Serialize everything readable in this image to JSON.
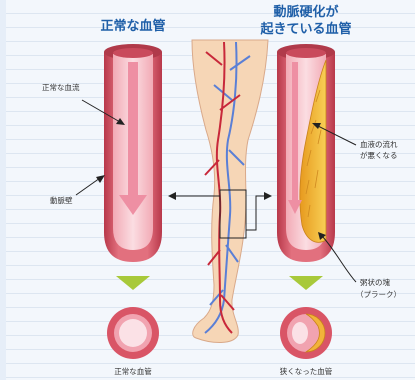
{
  "headings": {
    "normal": "正常な血管",
    "sclerosis_line1": "動脈硬化が",
    "sclerosis_line2": "起きている血管"
  },
  "labels": {
    "normal_flow": "正常な血流",
    "artery_wall": "動脈壁",
    "poor_flow_line1": "血液の流れ",
    "poor_flow_line2": "が悪くなる",
    "plaque_line1": "粥状の塊",
    "plaque_line2": "（プラーク）"
  },
  "captions": {
    "normal_vessel": "正常な血管",
    "narrowed_vessel": "狭くなった血管"
  },
  "colors": {
    "heading": "#1f5fa8",
    "vessel_wall": "#d95566",
    "vessel_inner": "#f6c4cc",
    "flow_arrow": "#ee8fa3",
    "plaque": "#f2b33a",
    "skin": "#f6d6b6",
    "artery": "#c8283a",
    "vein": "#5a7fd6",
    "triangle": "#a8c93a"
  }
}
